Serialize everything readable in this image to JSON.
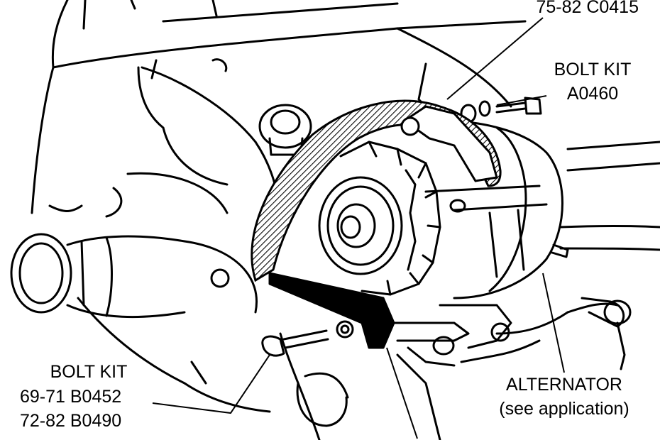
{
  "callouts": {
    "top_partial": "75-82  C0415",
    "bolt_kit_right": {
      "title": "BOLT KIT",
      "part": "A0460"
    },
    "bolt_kit_left": {
      "title": "BOLT KIT",
      "line1": "69-71  B0452",
      "line2": "72-82  B0490"
    },
    "alternator": {
      "title": "ALTERNATOR",
      "note": "(see application)"
    }
  },
  "colors": {
    "ink": "#000000",
    "paper": "#ffffff"
  }
}
